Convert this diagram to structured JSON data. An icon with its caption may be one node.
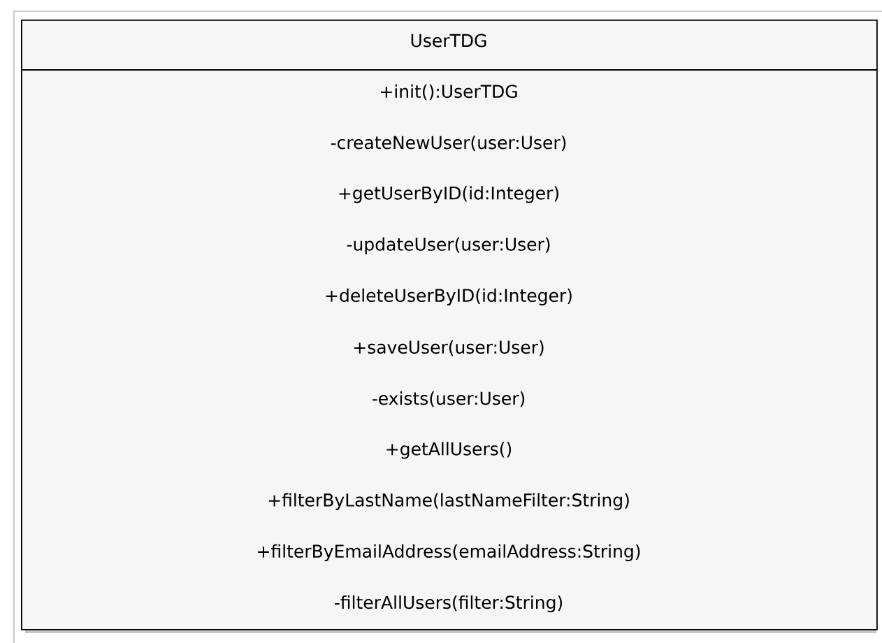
{
  "diagram": {
    "nodes": [
      {
        "text": [
          "UserTDG",
          "+init():UserTDG",
          "-createNewUser(user:User)",
          "+getUserByID(id:Integer)",
          "-updateUser(user:User)",
          "+deleteUserByID(id:Integer)",
          "+saveUser(user:User)",
          "-exists(user:User)",
          "+getAllUsers()",
          "+filterByLastName(lastNameFilter:String)",
          "+filterByEmailAddress(emailAddress:String)",
          "-filterAllUsers(filter:String)"
        ]
      }
    ]
  }
}
